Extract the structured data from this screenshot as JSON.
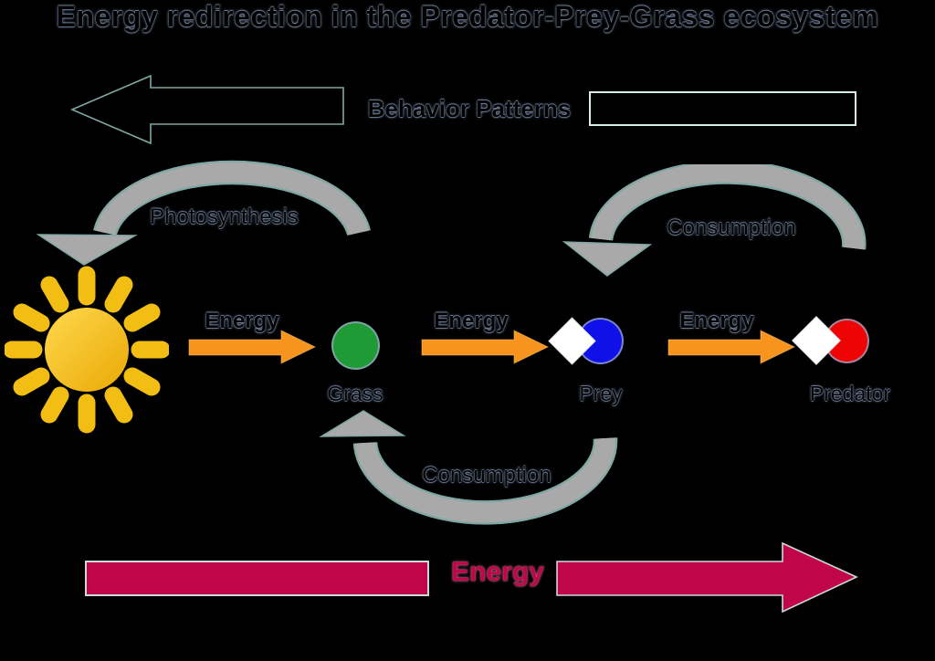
{
  "title": "Energy redirection in the Predator-Prey-Grass ecosystem",
  "behavior_flow": {
    "label": "Behavior Patterns",
    "direction": "left",
    "box_label": ""
  },
  "processes": {
    "photosynthesis": "Photosynthesis",
    "consumption_prey": "Consumption",
    "consumption_grass": "Consumption"
  },
  "energy_arrows": [
    {
      "label": "Energy"
    },
    {
      "label": "Energy"
    },
    {
      "label": "Energy"
    }
  ],
  "organisms": [
    {
      "label": "Grass",
      "icon": "grass-dot-icon"
    },
    {
      "label": "Prey",
      "icon": "prey-dot-icon"
    },
    {
      "label": "Predator",
      "icon": "predator-dot-icon"
    }
  ],
  "sun": {
    "icon": "sun-icon"
  },
  "bottom_flow": {
    "label": "Energy",
    "direction": "right"
  },
  "colors": {
    "background": "#000000",
    "arc_gray": "#A9A9A9",
    "arc_outline": "#7FA8A4",
    "arrow_orange": "#F7941D",
    "energy_crimson": "#C00548",
    "grass_green": "#1F9B35",
    "prey_blue": "#1010E8",
    "predator_red": "#EE0404",
    "sun_yellow": "#F2BE14",
    "box_outline": "#D8ECE8",
    "text_halo": "#8CA0C3"
  }
}
